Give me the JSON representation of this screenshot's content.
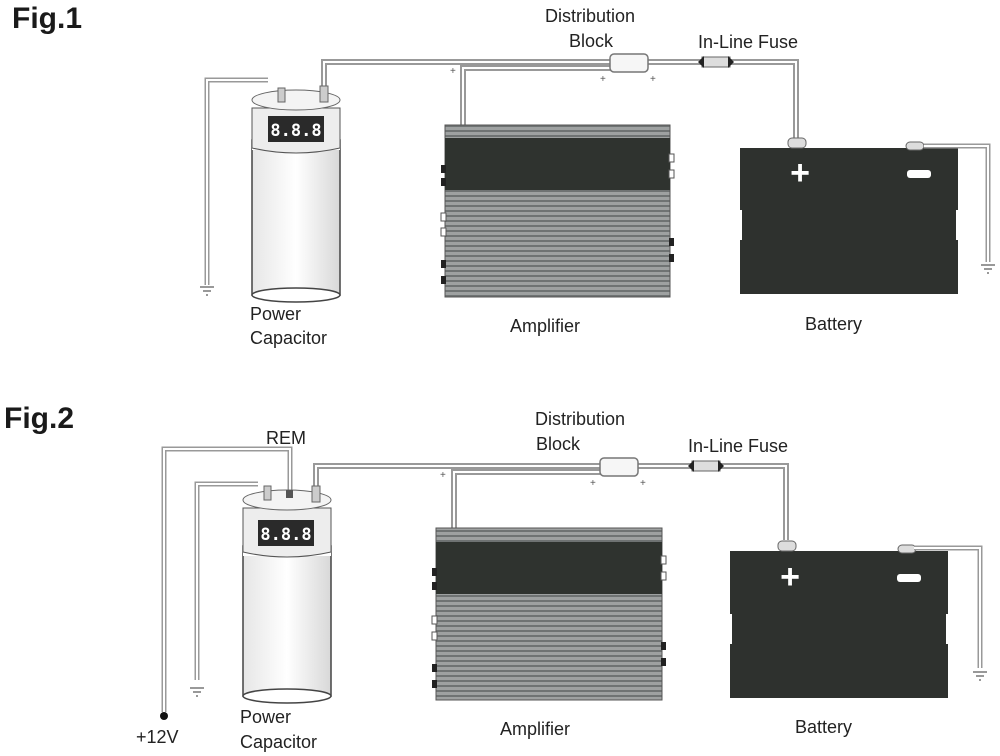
{
  "figures": [
    {
      "title": "Fig.1",
      "labels": {
        "distribution_block": [
          "Distribution",
          "Block"
        ],
        "fuse": "In-Line Fuse",
        "capacitor": [
          "Power",
          "Capacitor"
        ],
        "amplifier": "Amplifier",
        "battery": "Battery"
      },
      "capacitor_display": "8.8.8",
      "battery_terminals": {
        "positive": "+",
        "negative": "−"
      }
    },
    {
      "title": "Fig.2",
      "labels": {
        "distribution_block": [
          "Distribution",
          "Block"
        ],
        "fuse": "In-Line Fuse",
        "rem": "REM",
        "supply": "+12V",
        "capacitor": [
          "Power",
          "Capacitor"
        ],
        "amplifier": "Amplifier",
        "battery": "Battery"
      },
      "capacitor_display": "8.8.8",
      "battery_terminals": {
        "positive": "+",
        "negative": "−"
      }
    }
  ],
  "colors": {
    "wire": "#9a9a9a",
    "battery": "#2e312e",
    "amp_dark": "#2f332f",
    "amp_fins": "#8d9090",
    "display": "#2a2a2a"
  }
}
